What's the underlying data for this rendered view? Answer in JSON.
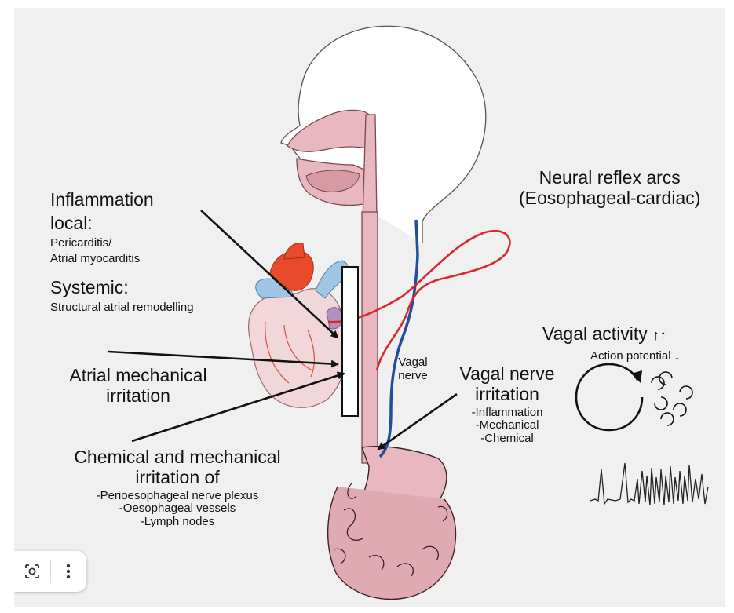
{
  "labels": {
    "neural_title": "Neural reflex arcs",
    "neural_sub": "(Eosophageal-cardiac)",
    "inflammation_title": "Inflammation",
    "local_title": "local:",
    "local_item1": "Pericarditis/",
    "local_item2": "Atrial myocarditis",
    "systemic_title": "Systemic:",
    "systemic_item": "Structural atrial remodelling",
    "atrial_line1": "Atrial mechanical",
    "atrial_line2": "irritation",
    "chemical_line1": "Chemical and mechanical",
    "chemical_line2": "irritation of",
    "chemical_item1": "-Perioesophageal nerve plexus",
    "chemical_item2": "-Oesophageal vessels",
    "chemical_item3": "-Lymph nodes",
    "vagal_line1": "Vagal",
    "vagal_line2": "nerve",
    "vagal_irr_line1": "Vagal nerve",
    "vagal_irr_line2": "irritation",
    "vagal_irr_item1": "-Inflammation",
    "vagal_irr_item2": "-Mechanical",
    "vagal_irr_item3": "-Chemical",
    "vagal_activity": "Vagal activity",
    "vagal_activity_arrows": "↑↑",
    "action_potential": "Action potential",
    "action_potential_arrow": "↓"
  },
  "colors": {
    "background": "#f0f0f0",
    "organ_pink": "#e8b7bf",
    "organ_outline": "#7a4a50",
    "neural_red": "#d9282f",
    "vagal_blue": "#1f4e9a",
    "heart_red": "#e84b2a",
    "heart_blue": "#9fc6e4",
    "arrow": "#111111"
  },
  "icons": {
    "lens": "lens-icon",
    "more": "more-vertical-icon"
  }
}
